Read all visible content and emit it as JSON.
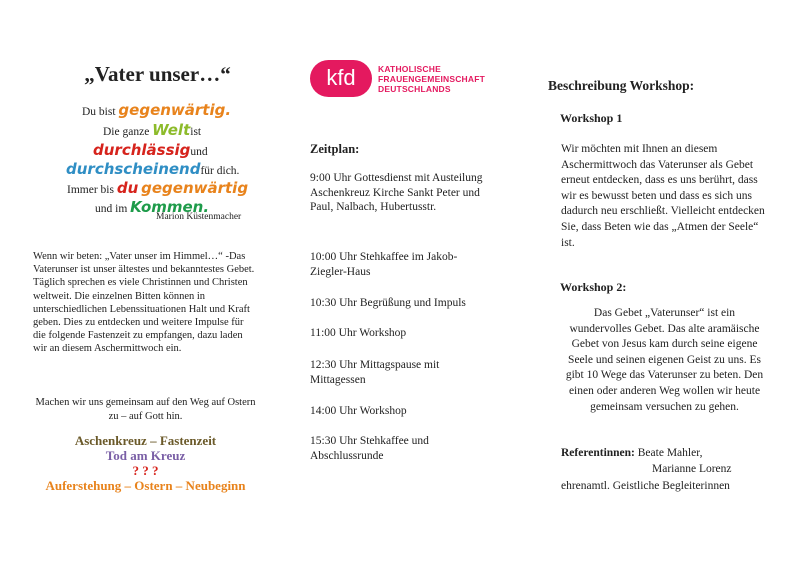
{
  "left": {
    "title": "„Vater unser…“",
    "poem": {
      "l1_pre": "Du bist",
      "l1_hl": "gegenwärtig.",
      "l2_pre": "Die ganze",
      "l2_hl": "Welt",
      "l2_post": "ist",
      "l3_hl": "durchlässig",
      "l3_post": "und",
      "l4_hl": "durchscheinend",
      "l4_post": "für dich.",
      "l5_pre": "Immer bis",
      "l5_hl1": "du",
      "l5_hl2": "gegenwärtig",
      "l6_pre": "und im",
      "l6_hl": "Kommen.",
      "author": "Marion Küstenmacher"
    },
    "intro": "Wenn wir beten: „Vater unser im Himmel…“ -Das Vaterunser ist unser ältestes und bekanntestes Gebet. Täglich sprechen es viele Christinnen und Christen weltweit. Die einzelnen Bitten können in unterschiedlichen Lebenssituationen Halt und Kraft geben. Dies zu entdecken und weitere Impulse für die folgende Fastenzeit zu empfangen, dazu laden wir an diesem Aschermittwoch ein.",
    "closing": "Machen wir uns gemeinsam auf den Weg auf Ostern zu – auf Gott hin.",
    "season1": "Aschenkreuz – Fastenzeit",
    "season2": "Tod am Kreuz",
    "season3": "?   ?   ?",
    "season4": "Auferstehung – Ostern – Neubeginn",
    "colors": {
      "season1": "#6b5a2a",
      "season2": "#7a5fa6",
      "season3": "#d6231c",
      "season4": "#e8831c"
    }
  },
  "middle": {
    "logo": {
      "badge": "kfd",
      "line1": "KATHOLISCHE",
      "line2": "FRAUENGEMEINSCHAFT",
      "line3": "DEUTSCHLANDS",
      "color": "#e4195f"
    },
    "heading": "Zeitplan:",
    "items": [
      "9:00 Uhr  Gottesdienst mit Austeilung  Aschenkreuz Kirche Sankt Peter und Paul, Nalbach, Hubertusstr.",
      "10:00 Uhr  Stehkaffee im Jakob-Ziegler-Haus",
      "10:30 Uhr  Begrüßung und Impuls",
      "11:00 Uhr  Workshop",
      "12:30 Uhr  Mittagspause mit Mittagessen",
      "14:00 Uhr  Workshop",
      "15:30 Uhr  Stehkaffee und Abschlussrunde"
    ]
  },
  "right": {
    "heading": "Beschreibung Workshop:",
    "ws1_title": "Workshop 1",
    "ws1_text": "Wir möchten mit Ihnen an diesem Aschermittwoch das Vaterunser als Gebet erneut entdecken, dass es uns berührt, dass wir es bewusst beten und dass es sich uns dadurch neu erschließt. Vielleicht entdecken Sie, dass Beten wie das „Atmen der Seele“ ist.",
    "ws2_title": "Workshop 2:",
    "ws2_text": "Das Gebet „Vaterunser“ ist ein wundervolles Gebet. Das alte aramäische Gebet von Jesus kam durch seine eigene Seele und seinen eigenen Geist zu uns. Es gibt 10 Wege das Vaterunser zu beten. Den einen oder anderen Weg wollen wir heute gemeinsam versuchen zu gehen.",
    "ref_label": "Referentinnen:",
    "ref_name1": "Beate Mahler,",
    "ref_name2": "Marianne Lorenz",
    "ref_role": "ehrenamtl. Geistliche Begleiterinnen"
  }
}
